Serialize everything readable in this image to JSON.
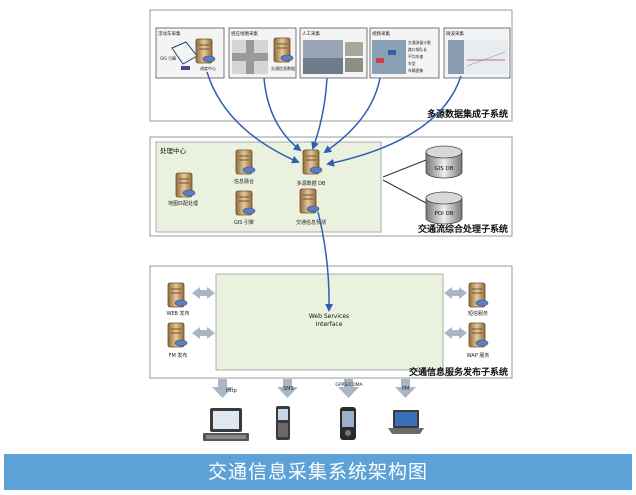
{
  "layers": {
    "collection": {
      "title": "多源数据集成子系统"
    },
    "processing": {
      "title": "交通流综合处理子系统",
      "center_label": "处理中心"
    },
    "publish": {
      "title": "交通信息服务发布子系统"
    }
  },
  "collection_sources": [
    {
      "label": "浮动车采集",
      "sub": [
        "GIS 引擎",
        "调度中心"
      ]
    },
    {
      "label": "感应线圈采集",
      "sub": [
        "交通信息数据"
      ]
    },
    {
      "label": "人工采集",
      "sub": []
    },
    {
      "label": "视频采集",
      "sub": [
        "交通流量计数",
        "路口排队长",
        "平均车速",
        "车型",
        "车辆图像"
      ]
    },
    {
      "label": "微波采集",
      "sub": []
    }
  ],
  "processing_nodes": {
    "map_match": "地图匹配处理",
    "info_fusion": "信息融合",
    "gis_engine": "GIS 引擎",
    "multi_db": "多源数据 DB",
    "traffic_predict": "交通信息预测"
  },
  "databases": {
    "gis": "GIS DB",
    "poi": "POI DB"
  },
  "publish_nodes": {
    "web": "WEB 发布",
    "fm": "FM 发布",
    "sms_service": "短信服务",
    "wap": "WAP 服务",
    "interface_line1": "Web Services",
    "interface_line2": "Interface"
  },
  "channels": [
    {
      "label": "Http",
      "device": "desktop-computer"
    },
    {
      "label": "SMS",
      "device": "mobile-phone"
    },
    {
      "label": "GPRS/CDMA",
      "device": "smartphone"
    },
    {
      "label": "PM",
      "device": "laptop"
    }
  ],
  "caption": "交通信息采集系统架构图",
  "colors": {
    "layer_border": "#9a9a9a",
    "panel_green": "#eaf2df",
    "flow_arrow": "#2f5fb0",
    "side_arrow": "#a9b6c6",
    "footer": "#5da2d6"
  }
}
